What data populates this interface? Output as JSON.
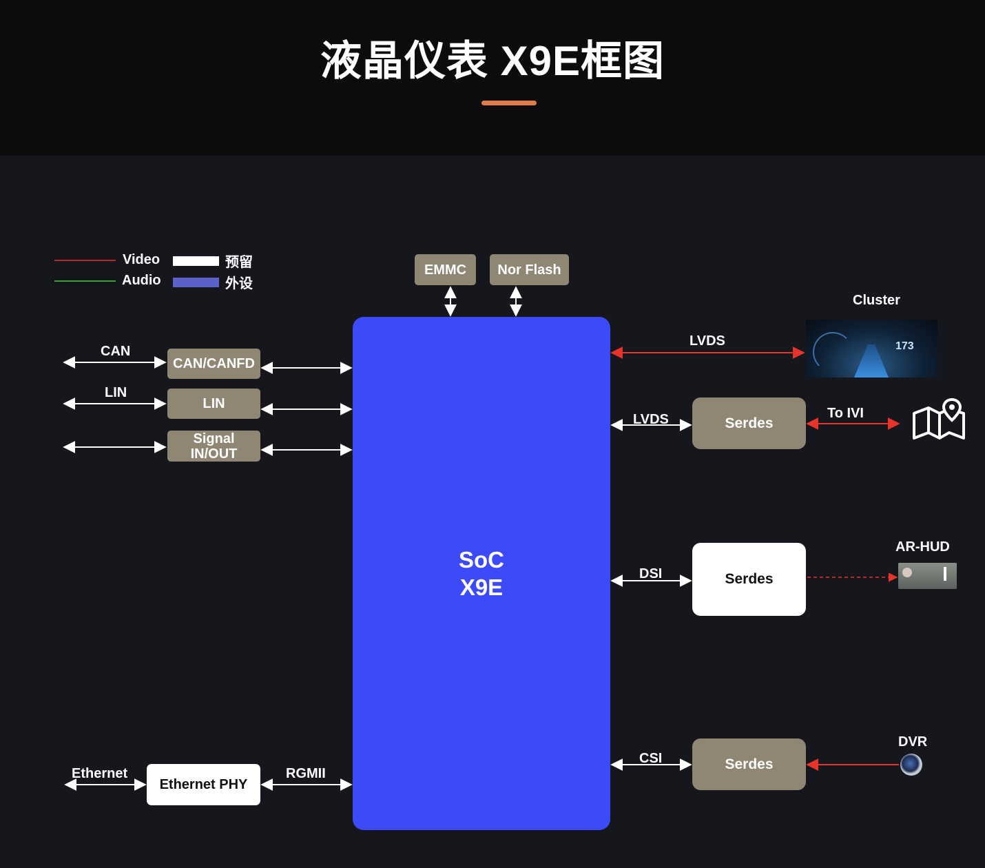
{
  "title": "液晶仪表 X9E框图",
  "legend": {
    "video": "Video",
    "audio": "Audio",
    "reserved": "预留",
    "peripheral": "外设",
    "colors": {
      "video": "#e8342a",
      "audio": "#3fd23a",
      "reserved": "#ffffff",
      "peripheral": "#5c61c9"
    }
  },
  "soc": {
    "line1": "SoC",
    "line2": "X9E"
  },
  "memory": {
    "emmc": "EMMC",
    "nor_flash": "Nor Flash"
  },
  "left_blocks": {
    "can_label": "CAN",
    "can_box": "CAN/CANFD",
    "lin_label": "LIN",
    "lin_box": "LIN",
    "signal_line1": "Signal",
    "signal_line2": "IN/OUT",
    "ethernet_label": "Ethernet",
    "ethernet_phy": "Ethernet PHY",
    "rgmii_label": "RGMII"
  },
  "right_blocks": {
    "cluster_label": "Cluster",
    "cluster_speed": "173",
    "lvds1_label": "LVDS",
    "lvds2_label": "LVDS",
    "serdes1": "Serdes",
    "to_ivi": "To IVI",
    "dsi_label": "DSI",
    "serdes2": "Serdes",
    "ar_hud_label": "AR-HUD",
    "csi_label": "CSI",
    "serdes3": "Serdes",
    "dvr_label": "DVR"
  },
  "colors": {
    "soc": "#3c4bf7",
    "tan_box": "#8f8773",
    "white_box": "#ffffff",
    "accent": "#e07b45",
    "video_line": "#e8342a"
  }
}
